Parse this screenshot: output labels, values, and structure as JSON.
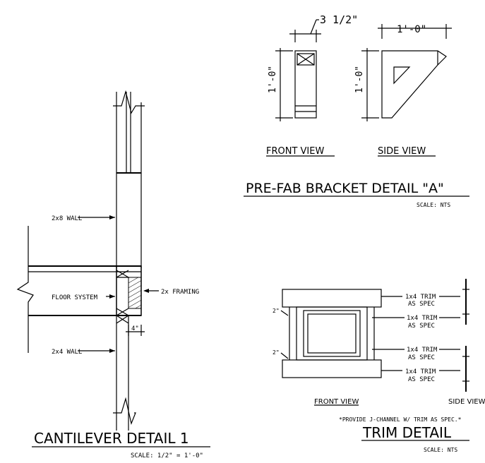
{
  "cantilever": {
    "labels": {
      "wall_2x8": "2x8 WALL",
      "floor_system": "FLOOR SYSTEM",
      "framing_2x": "2x FRAMING",
      "wall_2x4": "2x4 WALL",
      "dim_4in": "4\""
    },
    "title": "CANTILEVER DETAIL 1",
    "scale": "SCALE: 1/2\" = 1'-0\""
  },
  "bracket": {
    "dim_width": "3 1/2\"",
    "dim_side_width": "1'-0\"",
    "dim_height_front": "1'-0\"",
    "dim_height_side": "1'-0\"",
    "front_view": "FRONT VIEW",
    "side_view": "SIDE VIEW",
    "title": "PRE-FAB BRACKET DETAIL \"A\"",
    "scale": "SCALE: NTS"
  },
  "trim": {
    "label_1": "1x4 TRIM",
    "label_1b": "AS SPEC",
    "label_2": "1x4 TRIM",
    "label_2b": "AS SPEC",
    "label_3": "1x4 TRIM",
    "label_3b": "AS SPEC",
    "label_4": "1x4 TRIM",
    "label_4b": "AS SPEC",
    "dim_top": "2\"",
    "dim_bottom": "2\"",
    "front_view": "FRONT VIEW",
    "side_view": "SIDE VIEW",
    "note": "*PROVIDE J-CHANNEL W/ TRIM AS SPEC.*",
    "title": "TRIM DETAIL",
    "scale": "SCALE: NTS"
  }
}
